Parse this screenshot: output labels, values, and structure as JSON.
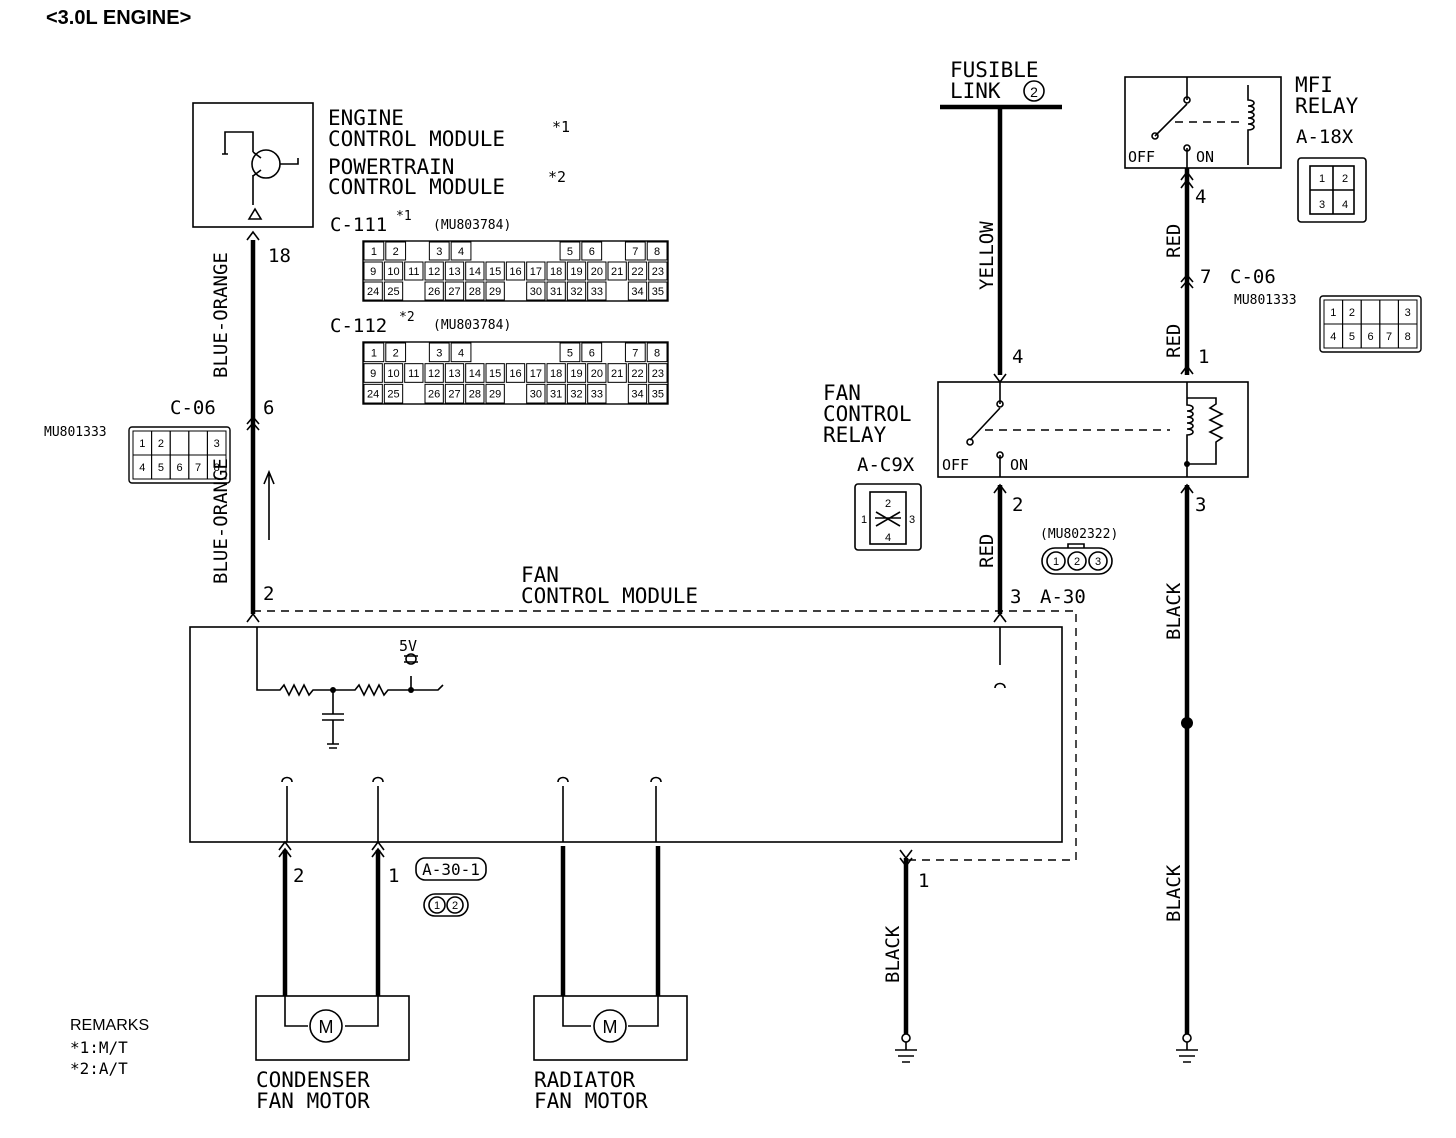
{
  "header": {
    "title": "<3.0L ENGINE>"
  },
  "ecm": {
    "line1": "ENGINE",
    "line2": "CONTROL MODULE",
    "mark1": "*1",
    "line3": "POWERTRAIN",
    "line4": "CONTROL MODULE",
    "mark2": "*2",
    "pin": "18"
  },
  "connectors": {
    "c111": {
      "label": "C-111",
      "mark": "*1",
      "part": "(MU803784)"
    },
    "c112": {
      "label": "C-112",
      "mark": "*2",
      "part": "(MU803784)"
    },
    "c06_left": {
      "label": "C-06",
      "pin": "6",
      "part": "MU801333"
    },
    "c06_right": {
      "label": "C-06",
      "pin": "7",
      "part": "MU801333"
    },
    "a30": {
      "label": "A-30",
      "pin": "3",
      "part": "(MU802322)"
    },
    "a301": {
      "label": "A-30-1"
    }
  },
  "grid35": {
    "row1": [
      "1",
      "2",
      "",
      "3",
      "4",
      "",
      "",
      "",
      "",
      "5",
      "6",
      "",
      "7",
      "8"
    ],
    "row2": [
      "9",
      "10",
      "11",
      "12",
      "13",
      "14",
      "15",
      "16",
      "17",
      "18",
      "19",
      "20",
      "21",
      "22",
      "23"
    ],
    "row3": [
      "24",
      "25",
      "",
      "26",
      "27",
      "28",
      "29",
      "",
      "30",
      "31",
      "32",
      "33",
      "",
      "34",
      "35"
    ]
  },
  "grid8": {
    "row1": [
      "1",
      "2",
      "",
      "",
      "3"
    ],
    "row2": [
      "4",
      "5",
      "6",
      "7",
      "8"
    ]
  },
  "wires": {
    "blue_orange_upper": "BLUE-ORANGE",
    "blue_orange_lower": "BLUE-ORANGE",
    "yellow": "YELLOW",
    "red_upper": "RED",
    "red_middle": "RED",
    "red_lower": "RED",
    "black_upper": "BLACK",
    "black_lower": "BLACK",
    "black_ground": "BLACK"
  },
  "fusible": {
    "line1": "FUSIBLE",
    "line2": "LINK",
    "number": "2"
  },
  "mfi_relay": {
    "line1": "MFI",
    "line2": "RELAY",
    "code": "A-18X",
    "off": "OFF",
    "on": "ON",
    "pin4": "4",
    "pins": [
      "1",
      "2",
      "3",
      "4"
    ]
  },
  "fan_relay": {
    "line1": "FAN",
    "line2": "CONTROL",
    "line3": "RELAY",
    "code": "A-C9X",
    "off": "OFF",
    "on": "ON",
    "pin4": "4",
    "pin1": "1",
    "pin2": "2",
    "pin3": "3",
    "pins": [
      "1",
      "2",
      "3",
      "4"
    ]
  },
  "fan_module": {
    "line1": "FAN",
    "line2": "CONTROL MODULE",
    "voltage": "5V",
    "pin2": "2",
    "pin1": "1",
    "pins_a30": [
      "1",
      "2",
      "3"
    ]
  },
  "motors": {
    "condenser": {
      "line1": "CONDENSER",
      "line2": "FAN MOTOR",
      "pin2": "2",
      "pin1": "1",
      "symbol": "M"
    },
    "radiator": {
      "line1": "RADIATOR",
      "line2": "FAN MOTOR",
      "symbol": "M"
    },
    "a301_pins": [
      "1",
      "2"
    ]
  },
  "remarks": {
    "title": "REMARKS",
    "r1": "*1:M/T",
    "r2": "*2:A/T"
  }
}
